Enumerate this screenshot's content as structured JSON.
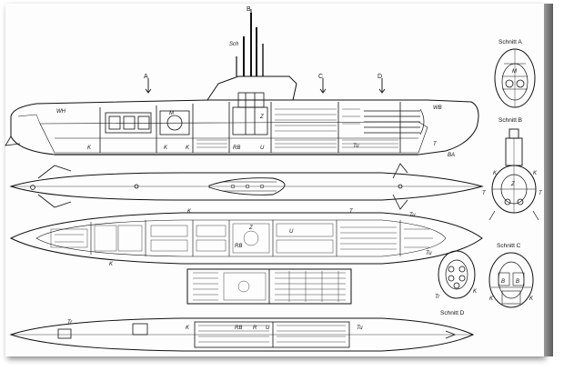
{
  "colors": {
    "ink": "#111111",
    "paper": "#fdfdfd",
    "edge": "#6a6a6a"
  },
  "side_view": {
    "section_markers": [
      "A",
      "B",
      "C",
      "D"
    ],
    "labels": {
      "sch": "Sch",
      "wh": "WH",
      "wb": "WB",
      "m": "M",
      "z": "Z",
      "k1": "K",
      "k2": "K",
      "k3": "K",
      "rb": "RB",
      "u": "U",
      "t": "T",
      "tu": "Tu",
      "ba": "BA"
    }
  },
  "top_view": {
    "labels": {
      "k": "K",
      "t": "T",
      "tu": "Tu"
    }
  },
  "deck_plan": {
    "labels": {
      "k": "K",
      "rb": "RB",
      "z": "Z",
      "u": "U",
      "tu": "Tu"
    }
  },
  "bottom_view": {
    "labels": {
      "tr": "Tr",
      "k": "K",
      "rb": "RB",
      "r": "R",
      "u": "U",
      "tu": "Tu"
    }
  },
  "sections": {
    "a": {
      "title": "Schnitt A",
      "labels": {
        "m": "M"
      }
    },
    "b": {
      "title": "Schnitt B",
      "labels": {
        "k1": "K",
        "k2": "K",
        "t1": "T",
        "t2": "T",
        "z": "Z"
      }
    },
    "c": {
      "title": "Schnitt C",
      "labels": {
        "b1": "B",
        "b2": "B",
        "k1": "K",
        "k2": "K"
      }
    },
    "d": {
      "title": "Schnitt D",
      "labels": {
        "tr": "Tr",
        "k": "K"
      }
    }
  }
}
